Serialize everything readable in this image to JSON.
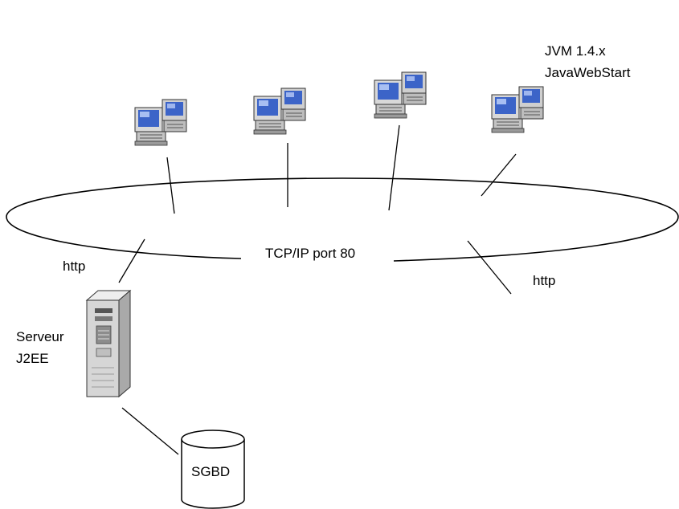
{
  "labels": {
    "jvm": "JVM 1.4.x",
    "javawebstart": "JavaWebStart",
    "network": "TCP/IP port 80",
    "http_left": "http",
    "http_right": "http",
    "server_line1": "Serveur",
    "server_line2": "J2EE",
    "database": "SGBD"
  },
  "icons": {
    "client": "client-workstations-icon",
    "server": "server-tower-icon",
    "database": "database-cylinder-icon"
  },
  "colors": {
    "background": "#ffffff",
    "line": "#000000",
    "monitor_screen": "#3c64c8",
    "server_body": "#d6d6d6"
  }
}
